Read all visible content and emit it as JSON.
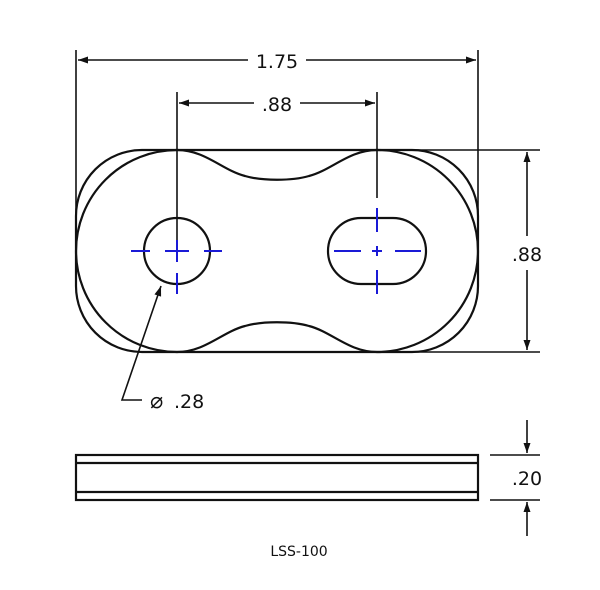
{
  "drawing": {
    "part_number": "LSS-100",
    "views": [
      "top-view",
      "side-view"
    ],
    "colors": {
      "geometry": "#111111",
      "centerlines": "#1a1ad6",
      "background": "#ffffff"
    }
  },
  "dimensions": {
    "overall_length": {
      "label": "1.75",
      "orientation": "horizontal"
    },
    "hole_spacing": {
      "label": ".88",
      "orientation": "horizontal"
    },
    "overall_width": {
      "label": ".88",
      "orientation": "vertical"
    },
    "hole_diameter": {
      "symbol": "⌀",
      "label": ".28",
      "callout": "⌀ .28"
    },
    "thickness": {
      "label": ".20",
      "orientation": "vertical"
    }
  },
  "features": [
    {
      "name": "round-hole",
      "type": "circle",
      "diameter": ".28"
    },
    {
      "name": "slot",
      "type": "obround"
    }
  ]
}
